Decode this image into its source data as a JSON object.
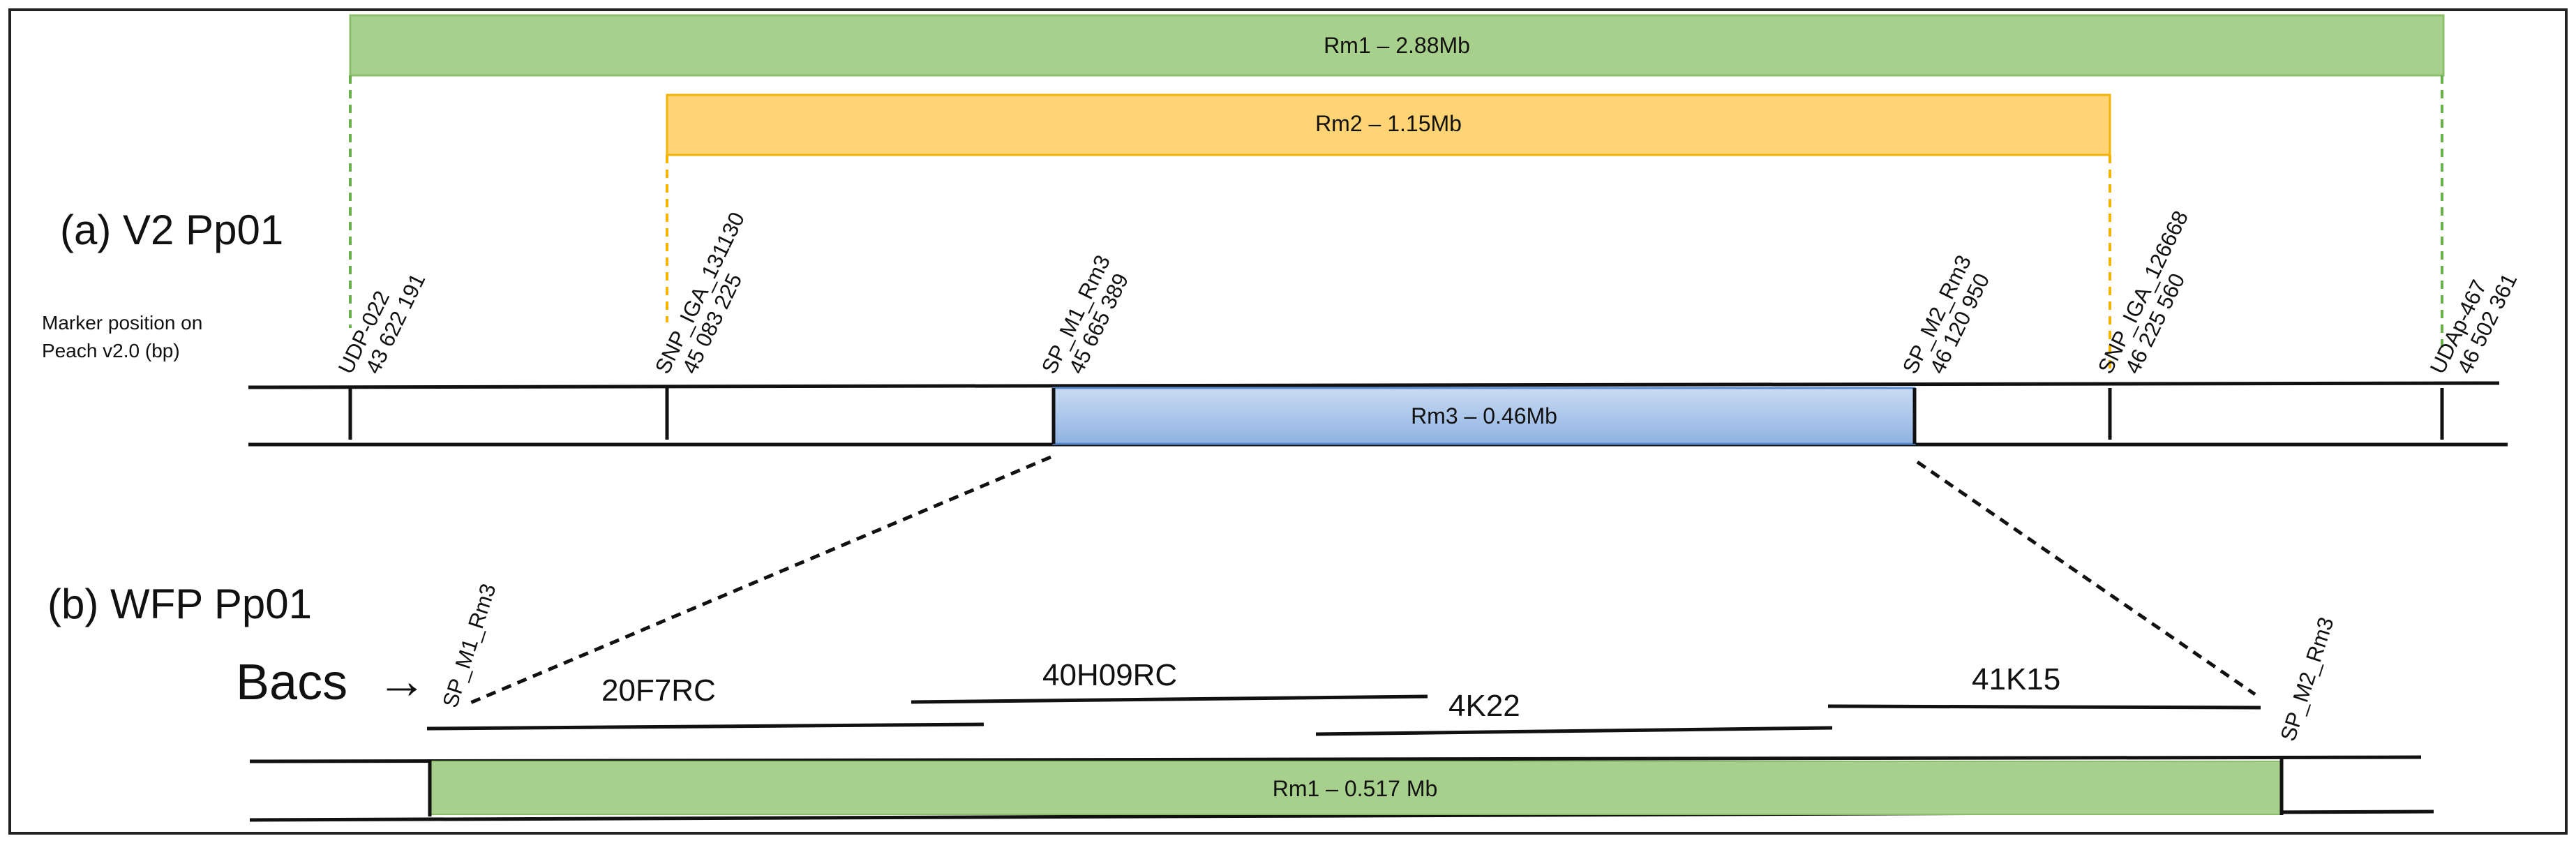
{
  "colors": {
    "rm1_fill": "#a8d08d",
    "rm1_stroke": "#8cbf6b",
    "rm2_fill": "#ffd474",
    "rm2_stroke": "#f5b400",
    "rm3_fill": "#a4c2e8",
    "rm3_stroke": "#5b8bd0",
    "wfp_fill": "#a8d08d",
    "line": "#111111",
    "green_dash": "#6ab04c",
    "yellow_dash": "#f5b400"
  },
  "bars": {
    "rm1": "Rm1 – 2.88Mb",
    "rm2": "Rm2 – 1.15Mb",
    "rm3": "Rm3 – 0.46Mb",
    "wfp_rm1": "Rm1 – 0.517 Mb"
  },
  "sections": {
    "a_title": "(a) V2 Pp01",
    "b_title": "(b) WFP Pp01",
    "marker_caption_1": "Marker position on",
    "marker_caption_2": "Peach v2.0 (bp)",
    "bacs_label": "Bacs",
    "arrow": "→"
  },
  "markers": [
    {
      "name": "UDP-022",
      "position": "43 622 191"
    },
    {
      "name": "SNP_IGA_131130",
      "position": "45 083 225"
    },
    {
      "name": "SP_M1_Rm3",
      "position": "45 665 389"
    },
    {
      "name": "SP_M2_Rm3",
      "position": "46 120 950"
    },
    {
      "name": "SNP_IGA_126668",
      "position": "46 225 560"
    },
    {
      "name": "UDAp-467",
      "position": "46 502 361"
    }
  ],
  "wfp_markers": {
    "left": "SP_M1_Rm3",
    "right": "SP_M2_Rm3"
  },
  "bac_clones": [
    "20F7RC",
    "40H09RC",
    "4K22",
    "41K15"
  ]
}
